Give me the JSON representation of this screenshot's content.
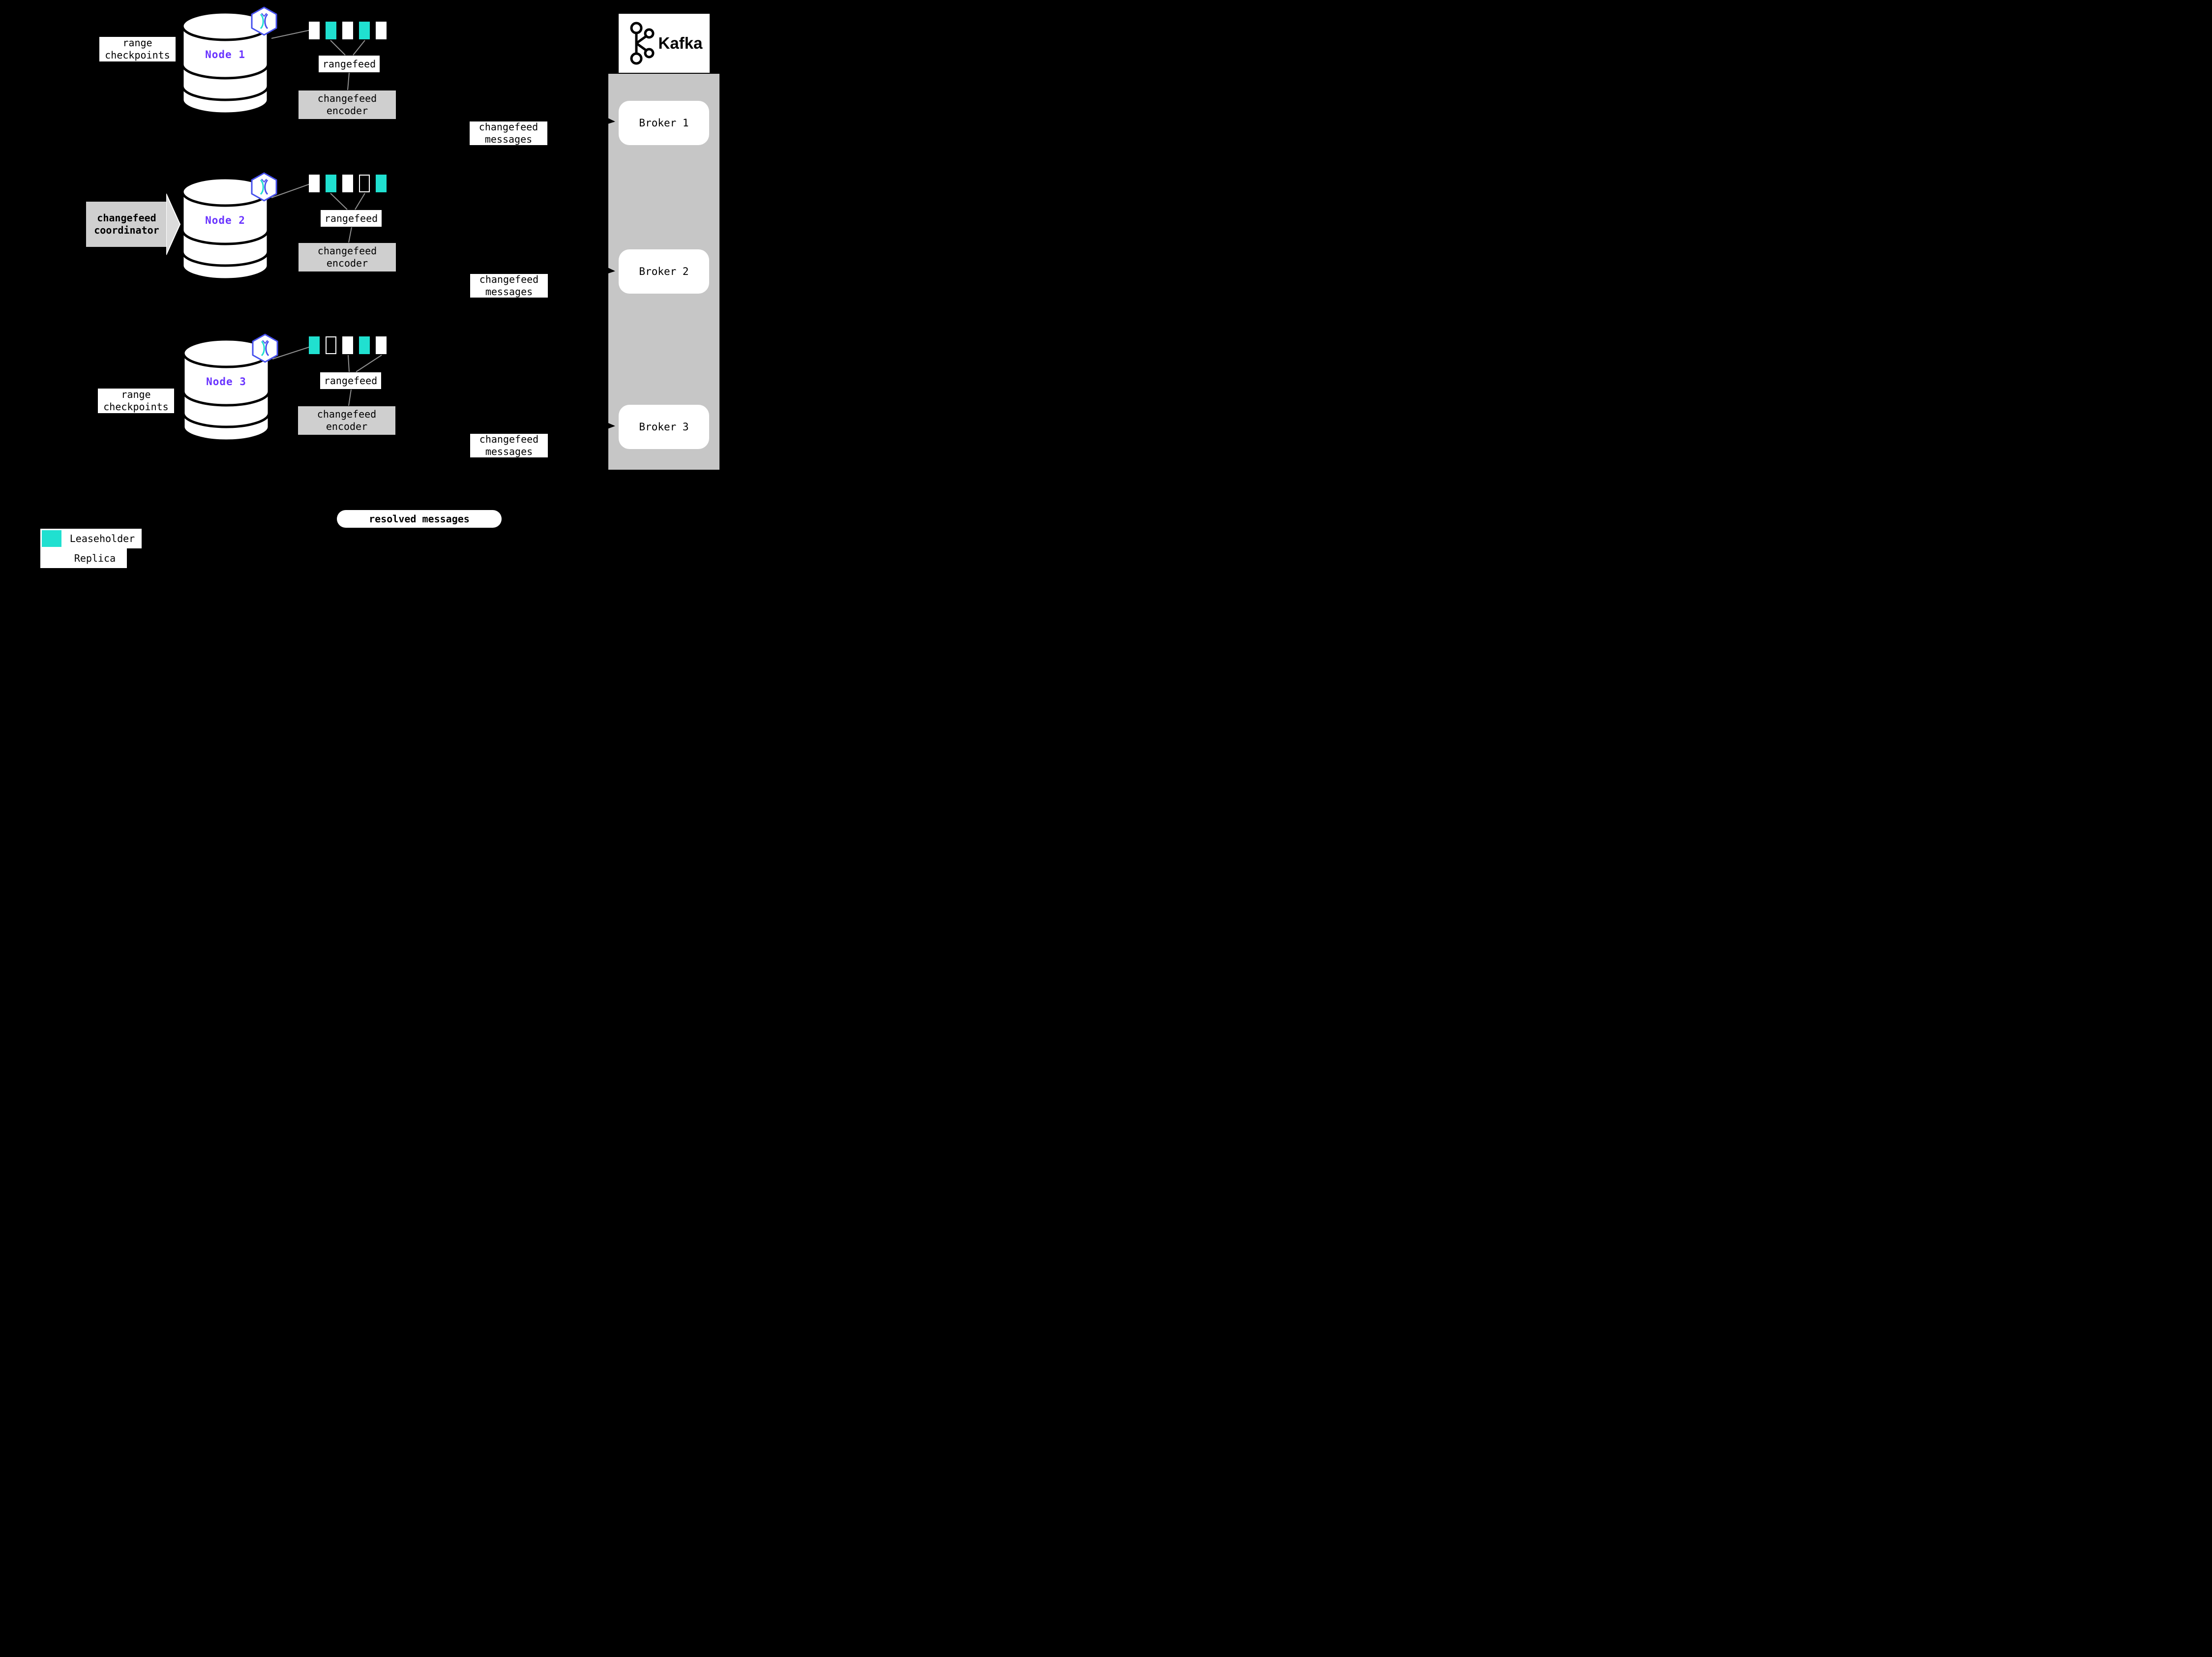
{
  "colors": {
    "background": "#000000",
    "node_label_purple": "#6933ff",
    "leaseholder_teal": "#20e0d0",
    "cockroach_hex_blue": "#4650ee",
    "box_gray": "#cfcfcf",
    "kafka_panel_gray": "#c6c6c6",
    "connector_gray": "#909090",
    "arrow_black": "#000000"
  },
  "nodes": [
    {
      "label": "Node 1",
      "ranges": [
        "replica",
        "leaseholder",
        "replica",
        "leaseholder",
        "replica"
      ],
      "rangefeed_label": "rangefeed",
      "encoder_label": "changefeed encoder"
    },
    {
      "label": "Node 2",
      "ranges": [
        "replica",
        "leaseholder",
        "replica",
        "outline",
        "leaseholder"
      ],
      "rangefeed_label": "rangefeed",
      "encoder_label": "changefeed encoder"
    },
    {
      "label": "Node 3",
      "ranges": [
        "leaseholder",
        "outline",
        "replica",
        "leaseholder",
        "replica"
      ],
      "rangefeed_label": "rangefeed",
      "encoder_label": "changefeed encoder"
    }
  ],
  "annotations": {
    "range_checkpoints": "range checkpoints",
    "coordinator": "changefeed coordinator",
    "changefeed_messages": "changefeed messages",
    "resolved_messages": "resolved messages"
  },
  "kafka": {
    "title": "Kafka",
    "brokers": [
      {
        "label": "Broker 1"
      },
      {
        "label": "Broker 2"
      },
      {
        "label": "Broker 3"
      }
    ]
  },
  "legend": {
    "items": [
      {
        "type": "leaseholder",
        "label": "Leaseholder"
      },
      {
        "type": "replica",
        "label": "Replica"
      }
    ]
  }
}
